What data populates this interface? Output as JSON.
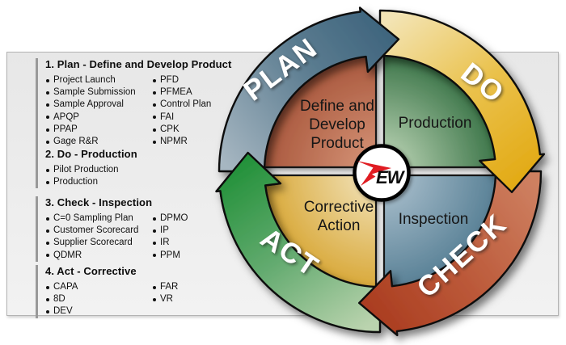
{
  "panel": {
    "sections": [
      {
        "title": "1. Plan - Define and Develop Product",
        "col1": [
          "Project Launch",
          "Sample Submission",
          "Sample Approval",
          "APQP",
          "PPAP",
          "Gage R&R"
        ],
        "col2": [
          "PFD",
          "PFMEA",
          "Control Plan",
          "FAI",
          "CPK",
          "NPMR"
        ]
      },
      {
        "title": "2. Do - Production",
        "col1": [
          "Pilot Production",
          "Production"
        ],
        "col2": []
      },
      {
        "title": "3. Check - Inspection",
        "col1": [
          "C=0 Sampling Plan",
          "Customer Scorecard",
          "Supplier Scorecard",
          "QDMR"
        ],
        "col2": [
          "DPMO",
          "IP",
          "IR",
          "PPM"
        ]
      },
      {
        "title": "4. Act - Corrective",
        "col1": [
          "CAPA",
          "8D",
          "DEV"
        ],
        "col2": [
          "FAR",
          "VR"
        ]
      }
    ]
  },
  "cycle": {
    "arrows": {
      "plan": {
        "label": "PLAN",
        "light": "#a6b6c1",
        "mid": "#5b7c90",
        "dark": "#39607a"
      },
      "do": {
        "label": "DO",
        "light": "#f3e4b4",
        "mid": "#eac14b",
        "dark": "#e2a912"
      },
      "check": {
        "label": "CHECK",
        "light": "#ce8061",
        "mid": "#bc5a3a",
        "dark": "#a93a1e"
      },
      "act": {
        "label": "ACT",
        "light": "#bad3ae",
        "mid": "#64ab70",
        "dark": "#23913a"
      }
    },
    "quadrants": {
      "define": {
        "lines": [
          "Define and",
          "Develop",
          "Product"
        ],
        "light": "#d18e72",
        "dark": "#a45136"
      },
      "production": {
        "lines": [
          "Production"
        ],
        "light": "#b2cdad",
        "dark": "#2e6b3d"
      },
      "inspection": {
        "lines": [
          "Inspection"
        ],
        "light": "#a6bcca",
        "dark": "#507a90"
      },
      "corrective": {
        "lines": [
          "Corrective",
          "Action"
        ],
        "light": "#efddae",
        "dark": "#d6a22a"
      }
    },
    "logo": {
      "text": "EW",
      "accent": "#e01e23"
    }
  }
}
